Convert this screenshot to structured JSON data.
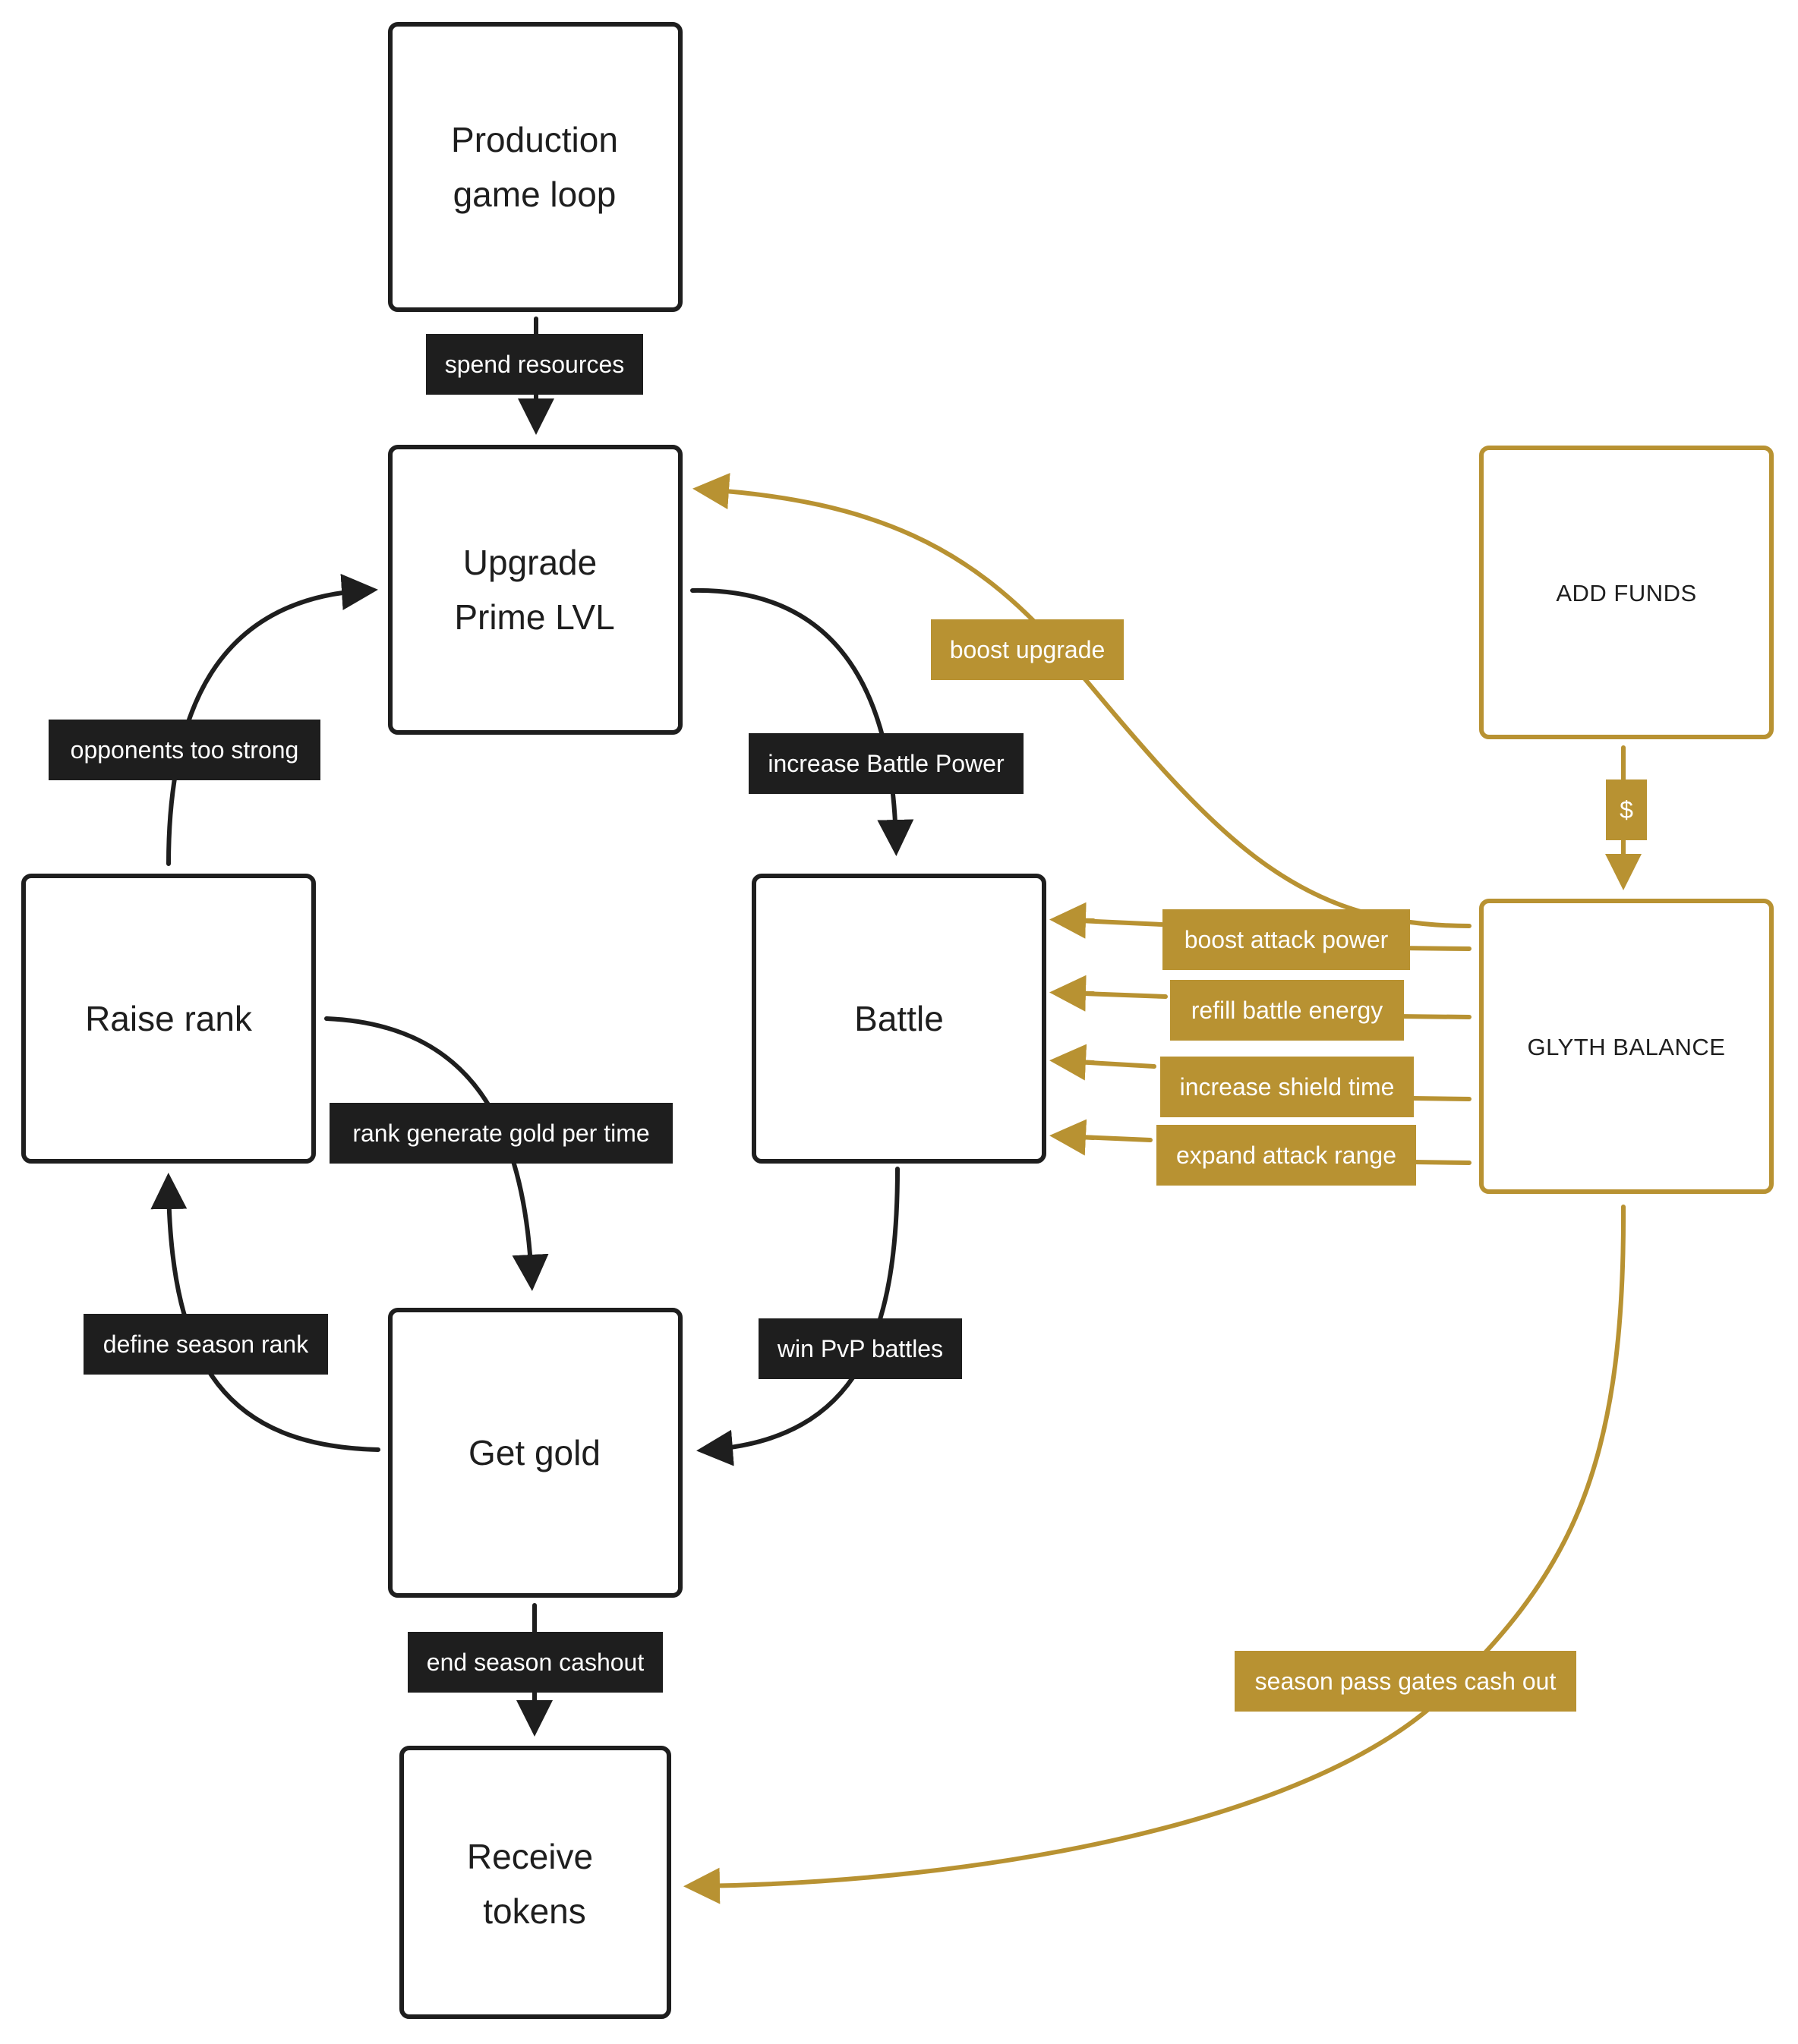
{
  "colors": {
    "dark": "#1e1e1e",
    "gold": "#b89232",
    "background": "#ffffff"
  },
  "nodes": {
    "production": {
      "line1": "Production",
      "line2": "game loop"
    },
    "upgrade": {
      "line1": "Upgrade",
      "line2": "Prime LVL"
    },
    "raise_rank": {
      "label": "Raise rank"
    },
    "battle": {
      "label": "Battle"
    },
    "get_gold": {
      "label": "Get gold"
    },
    "receive_tokens": {
      "line1": "Receive",
      "line2": "tokens"
    },
    "add_funds": {
      "label": "ADD FUNDS"
    },
    "glyth_balance": {
      "label": "GLYTH BALANCE"
    }
  },
  "edges": {
    "spend_resources": "spend resources",
    "opponents_too_strong": "opponents too strong",
    "increase_battle_power": "increase Battle Power",
    "rank_generate_gold": "rank generate gold per time",
    "define_season_rank": "define season rank",
    "win_pvp_battles": "win PvP battles",
    "end_season_cashout": "end season cashout",
    "boost_upgrade": "boost upgrade",
    "funds_transfer": "$",
    "boost_attack_power": "boost attack power",
    "refill_battle_energy": "refill battle energy",
    "increase_shield_time": "increase shield time",
    "expand_attack_range": "expand attack range",
    "season_pass_gates": "season pass gates cash out"
  }
}
